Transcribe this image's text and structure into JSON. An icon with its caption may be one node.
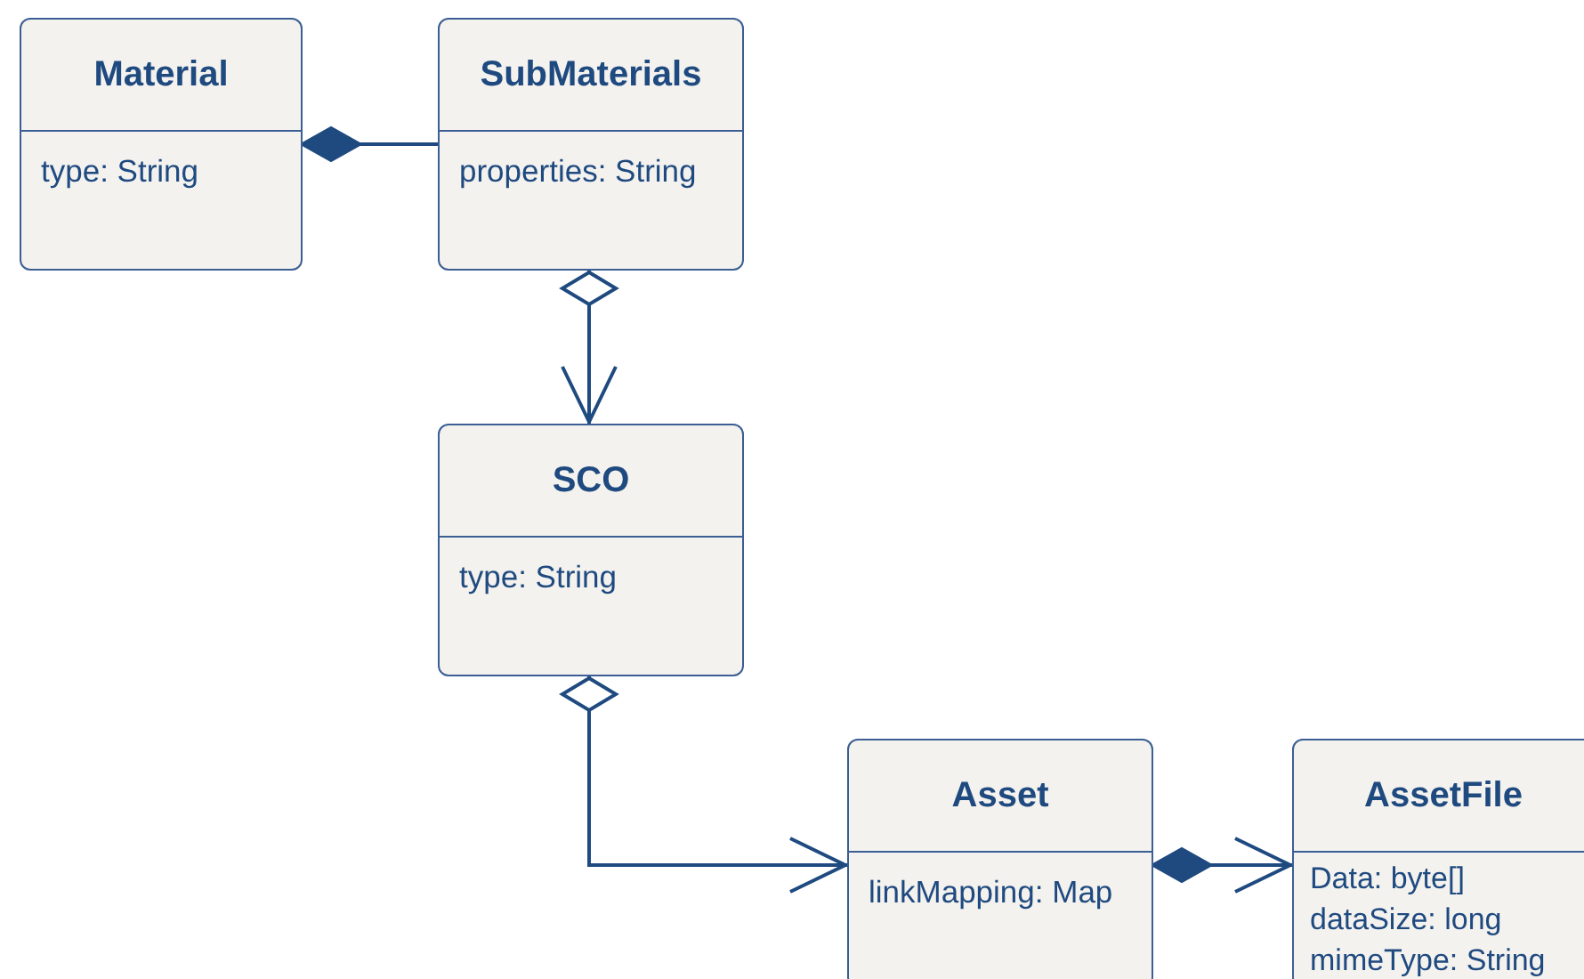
{
  "diagram": {
    "nodes": [
      {
        "text": [
          "Material",
          "type:  String"
        ]
      },
      {
        "text": [
          "SubMaterials",
          "properties: String"
        ]
      },
      {
        "text": [
          "SCO",
          "type: String"
        ]
      },
      {
        "text": [
          "Asset",
          "linkMapping: Map"
        ]
      },
      {
        "text": [
          "AssetFile",
          "Data: byte[]",
          "dataSize: long",
          "mimeType: String"
        ]
      }
    ],
    "edges": [
      {
        "from": 0,
        "to": 1,
        "arrow": "other"
      },
      {
        "from": 1,
        "to": 2,
        "arrow": "to"
      },
      {
        "from": 2,
        "to": 3,
        "arrow": "to"
      },
      {
        "from": 3,
        "to": 4,
        "arrow": "to"
      }
    ]
  }
}
